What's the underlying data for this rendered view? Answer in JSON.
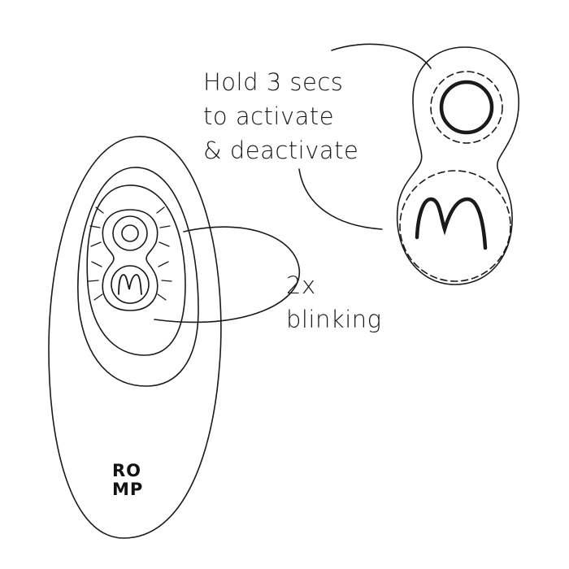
{
  "annotations": {
    "hold": {
      "line1": "Hold 3 secs",
      "line2": "to activate",
      "line3": "& deactivate"
    },
    "blink": {
      "line1": "2x",
      "line2": "blinking"
    }
  },
  "brand": {
    "line1": "RO",
    "line2": "MP"
  },
  "icons": [
    "power-button-icon",
    "mode-m-button-icon",
    "light-rays-icon"
  ],
  "colors": {
    "stroke": "#1a1a1a",
    "background": "#ffffff"
  }
}
